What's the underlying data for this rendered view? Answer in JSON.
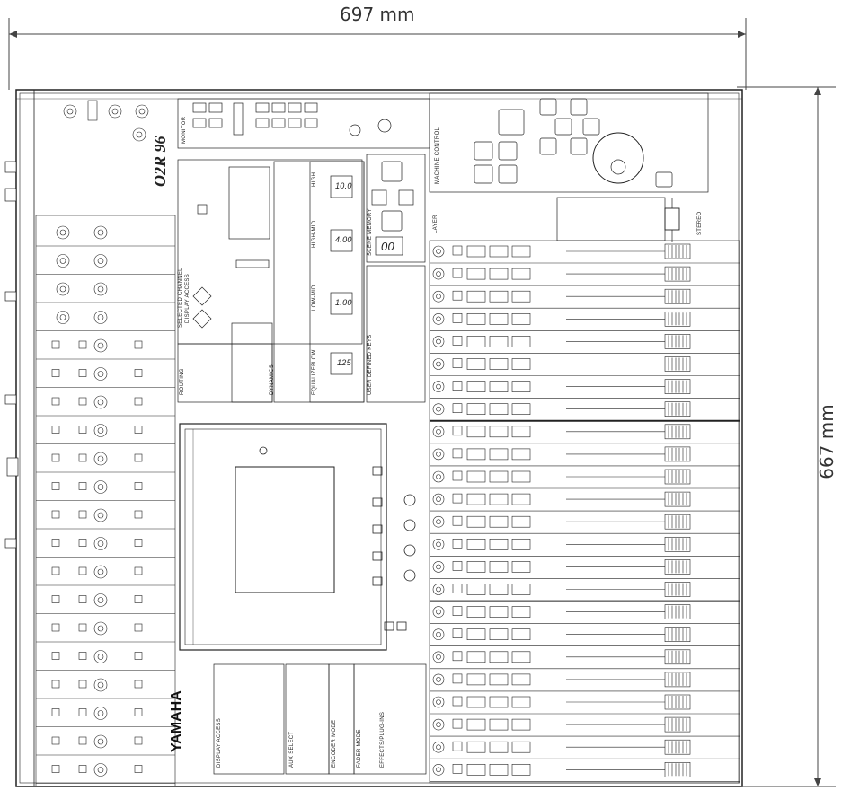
{
  "dimensions": {
    "width_label": "697 mm",
    "depth_label": "667 mm"
  },
  "brand": {
    "model": "O2R 96",
    "maker": "YAMAHA"
  },
  "sections": {
    "selected_channel": "SELECTED CHANNEL",
    "display_access": "DISPLAY ACCESS",
    "scene_memory": "SCENE MEMORY",
    "user_defined_keys": "USER DEFINED KEYS",
    "machine_control": "MACHINE CONTROL",
    "monitor": "MONITOR",
    "equalizer": "EQUALIZER",
    "dynamics": "DYNAMICS",
    "routing": "ROUTING",
    "aux_select": "AUX SELECT",
    "encoder_mode": "ENCODER MODE",
    "fader_mode": "FADER MODE",
    "effects": "EFFECTS/PLUG-INS",
    "stereo": "STEREO",
    "layer": "LAYER"
  },
  "eq_bands": [
    {
      "name": "HIGH",
      "value": "10.0"
    },
    {
      "name": "HIGH-MID",
      "value": "4.00"
    },
    {
      "name": "LOW-MID",
      "value": "1.00"
    },
    {
      "name": "LOW",
      "value": "125"
    }
  ],
  "scene_display": "00",
  "colors": {
    "line": "#222222",
    "panel": "#ffffff",
    "dim_line": "#444444"
  }
}
